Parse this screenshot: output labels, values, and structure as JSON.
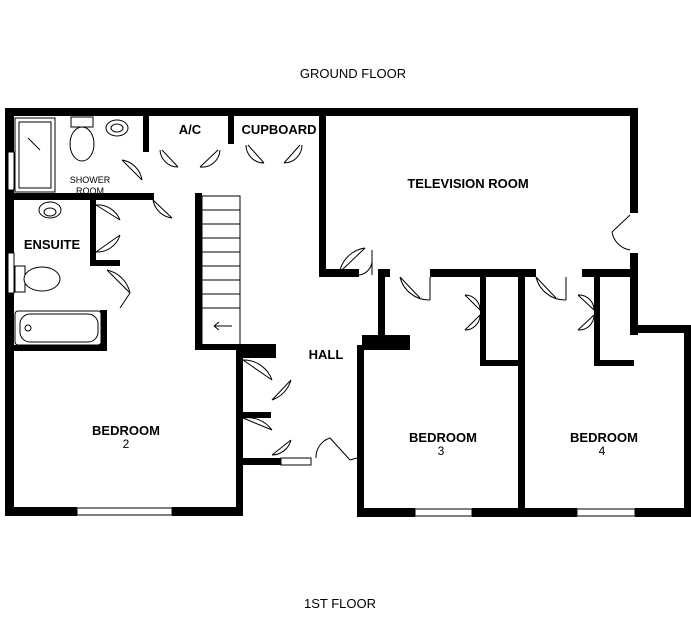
{
  "plan": {
    "top_title": "GROUND FLOOR",
    "bottom_title": "1ST FLOOR",
    "rooms": {
      "shower_room_line1": "SHOWER",
      "shower_room_line2": "ROOM",
      "ac": "A/C",
      "cupboard": "CUPBOARD",
      "television_room": "TELEVISION ROOM",
      "ensuite": "ENSUITE",
      "hall": "HALL",
      "bedroom2_name": "BEDROOM",
      "bedroom2_num": "2",
      "bedroom3_name": "BEDROOM",
      "bedroom3_num": "3",
      "bedroom4_name": "BEDROOM",
      "bedroom4_num": "4"
    }
  }
}
